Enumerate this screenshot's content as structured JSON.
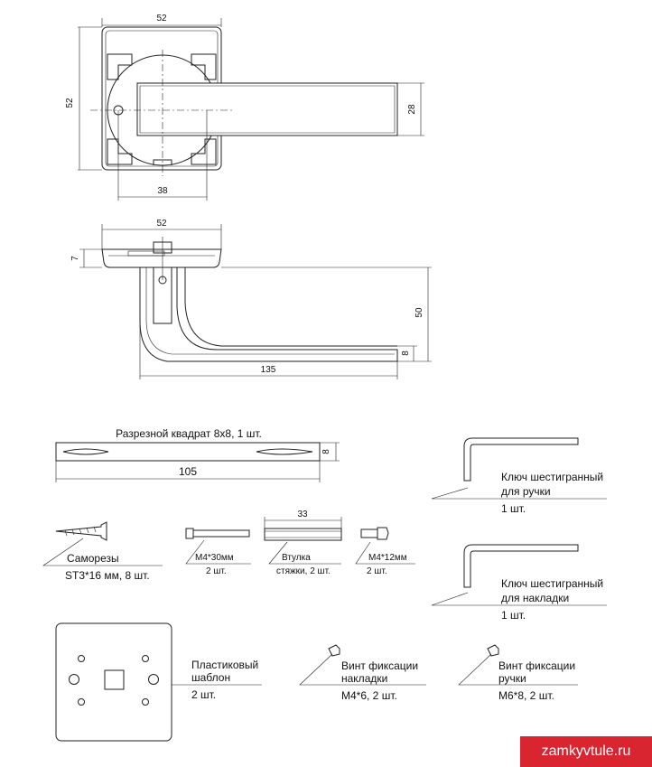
{
  "top_view": {
    "dim_width": "52",
    "dim_height": "52",
    "dim_handle": "28",
    "dim_holes": "38"
  },
  "side_view": {
    "dim_rose_width": "52",
    "dim_rose_height": "7",
    "dim_height": "50",
    "dim_end": "8",
    "dim_length": "135"
  },
  "square_spindle": {
    "title": "Разрезной квадрат 8х8, 1 шт.",
    "dim_height": "8",
    "dim_length": "105"
  },
  "screws": {
    "label": "Саморезы",
    "qty": "ST3*16 мм, 8 шт."
  },
  "bolt_m4_30": {
    "label": "M4*30мм",
    "qty": "2 шт."
  },
  "bushing": {
    "dim": "33",
    "label": "Втулка",
    "qty": "стяжки, 2 шт."
  },
  "bolt_m4_12": {
    "label": "M4*12мм",
    "qty": "2 шт."
  },
  "hex_key_handle": {
    "line1": "Ключ шестигранный",
    "line2": "для ручки",
    "qty": "1 шт."
  },
  "hex_key_rose": {
    "line1": "Ключ шестигранный",
    "line2": "для накладки",
    "qty": "1 шт."
  },
  "template": {
    "line1": "Пластиковый",
    "line2": "шаблон",
    "qty": "2 шт."
  },
  "fix_screw_rose": {
    "line1": "Винт фиксации",
    "line2": "накладки",
    "qty": "M4*6, 2 шт."
  },
  "fix_screw_handle": {
    "line1": "Винт фиксации",
    "line2": "ручки",
    "qty": "M6*8, 2 шт."
  },
  "watermark": "zamkyvtule.ru"
}
